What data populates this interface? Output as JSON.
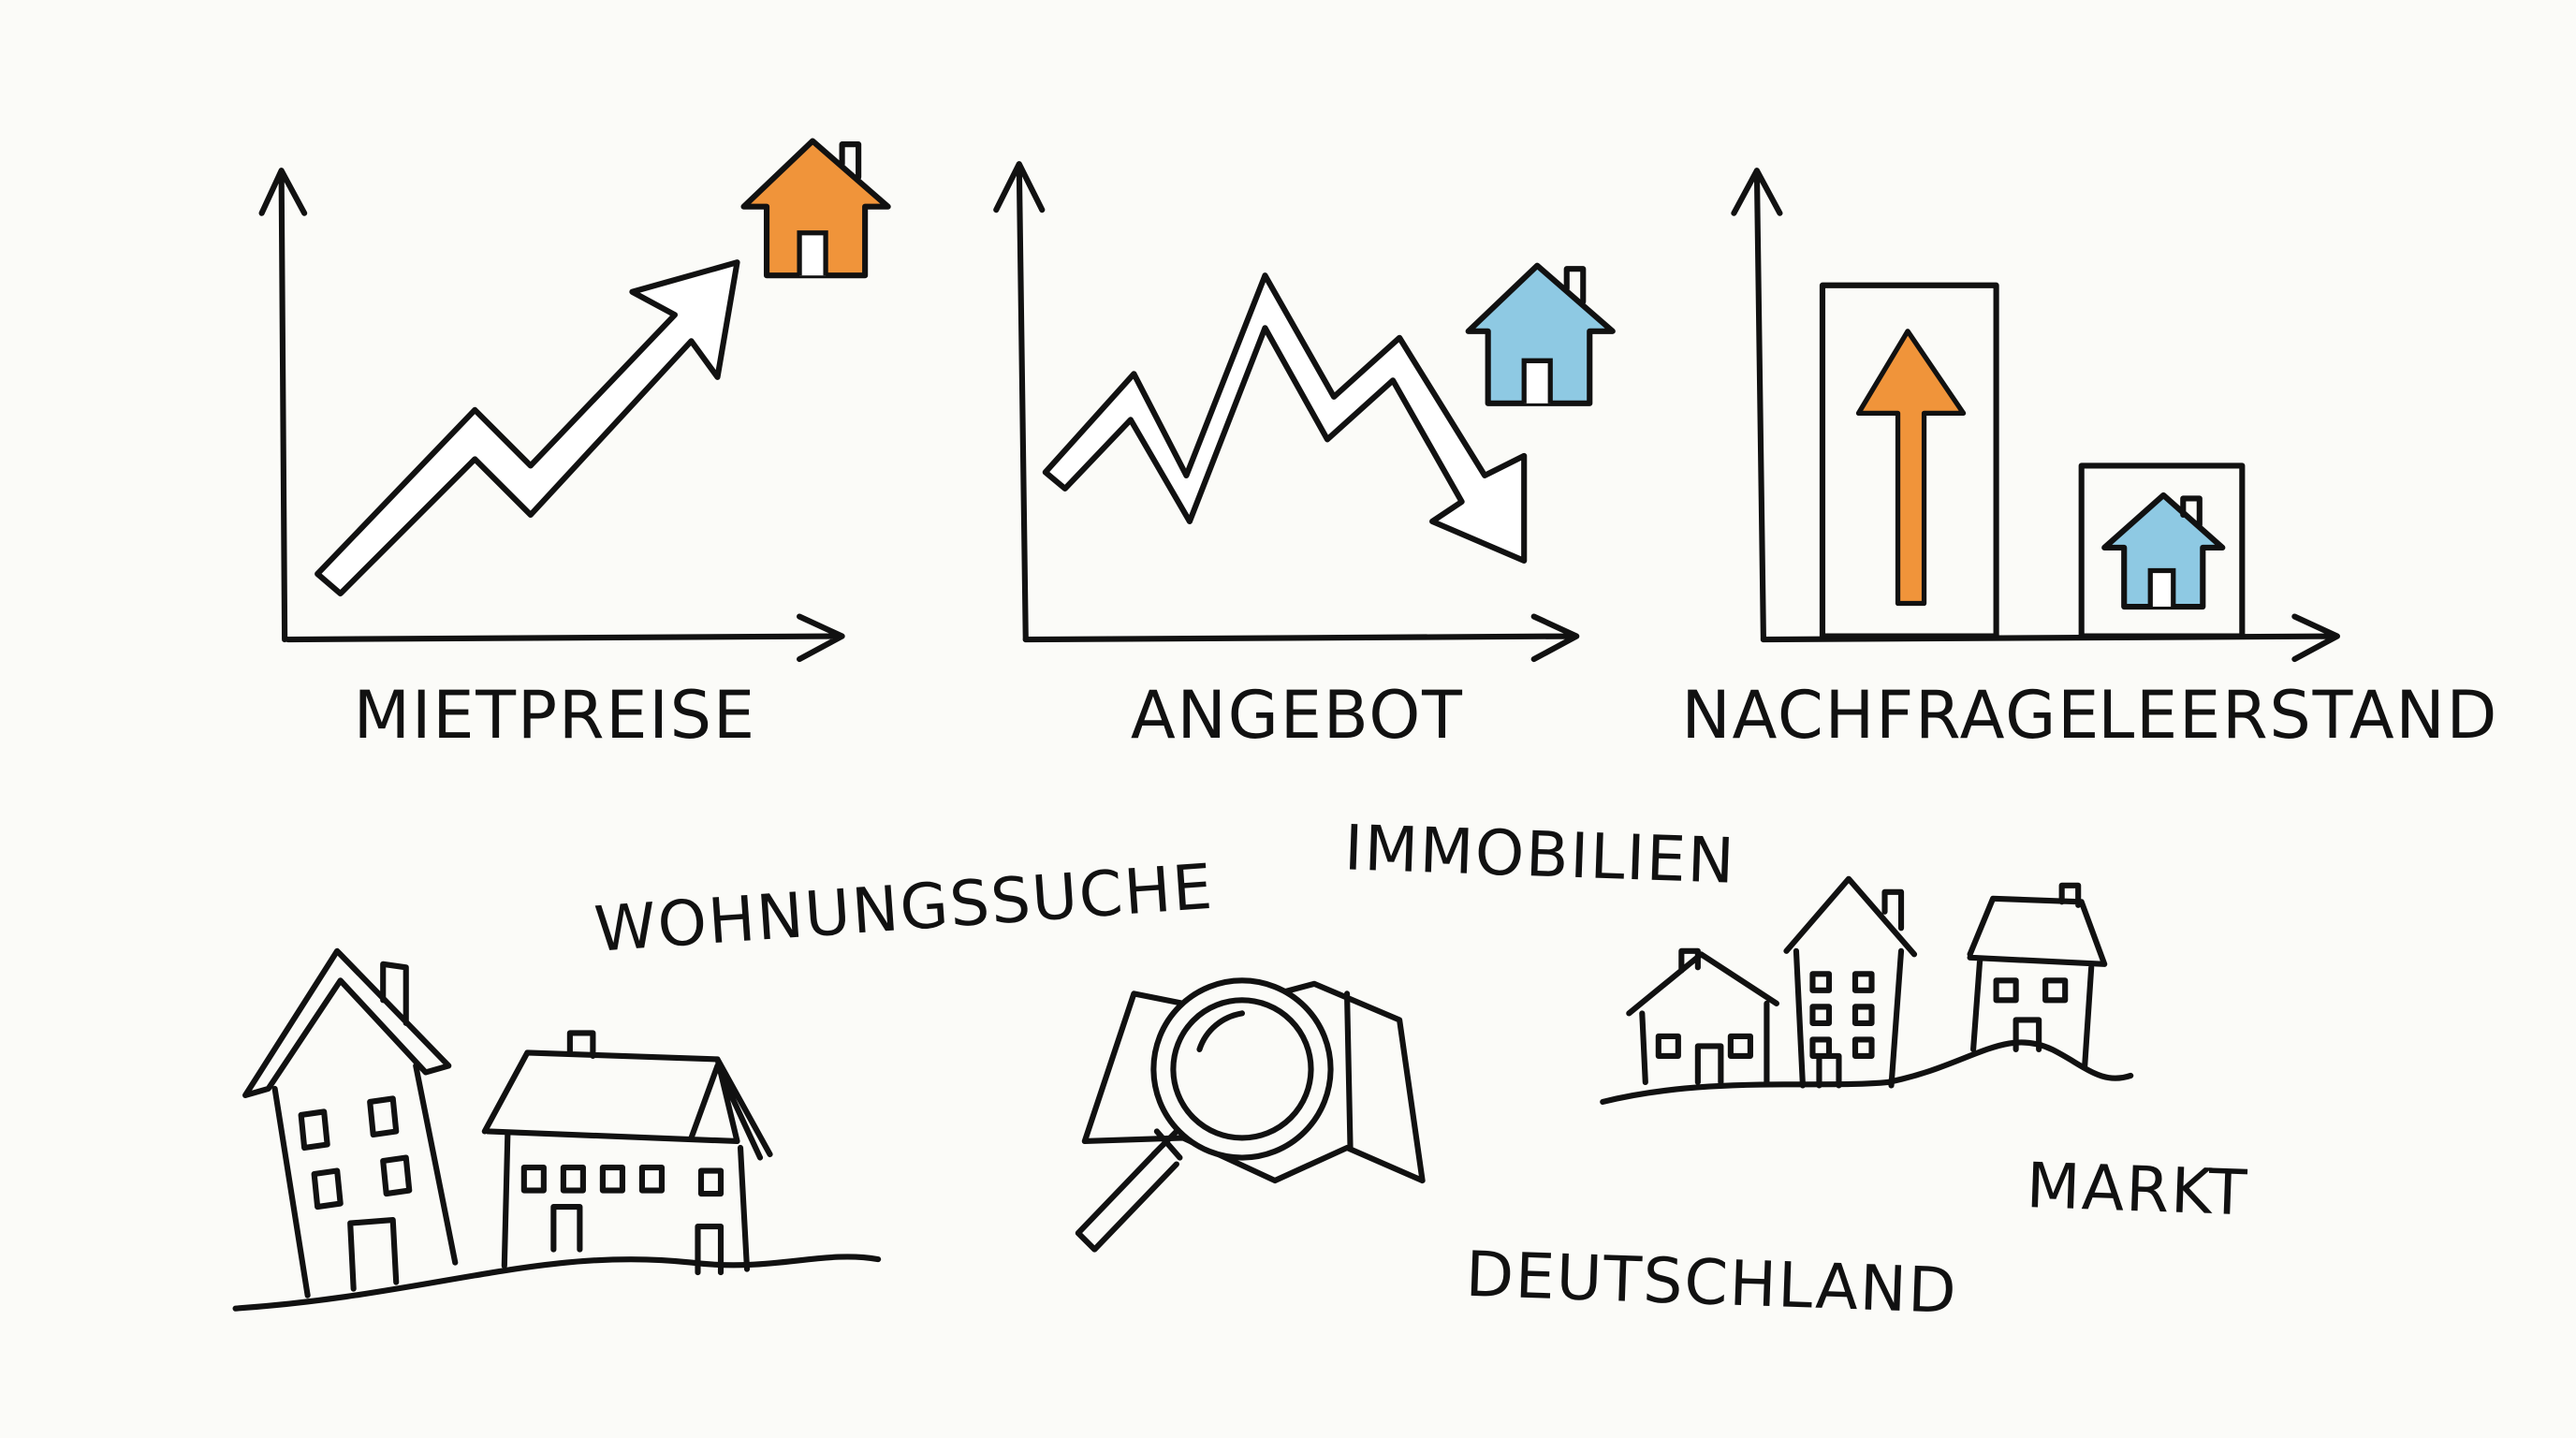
{
  "colors": {
    "background": "#fbfbf8",
    "ink": "#111111",
    "orange": "#f0943a",
    "blue": "#8ec9e3"
  },
  "charts": [
    {
      "label": "MIETPREISE",
      "trend": "up",
      "icon": "house-icon-orange"
    },
    {
      "label": "ANGEBOT",
      "trend": "down",
      "icon": "house-icon-blue"
    },
    {
      "labels": [
        "NACHFRAGE",
        "LEERSTAND"
      ],
      "bars": [
        "high",
        "low"
      ],
      "icons": [
        "arrow-up-icon-orange",
        "house-icon-blue"
      ]
    }
  ],
  "words": {
    "wohnungssuche": "WOHNUNGSSUCHE",
    "immobilien": "IMMOBILIEN",
    "deutschland": "DEUTSCHLAND",
    "markt": "MARKT"
  }
}
